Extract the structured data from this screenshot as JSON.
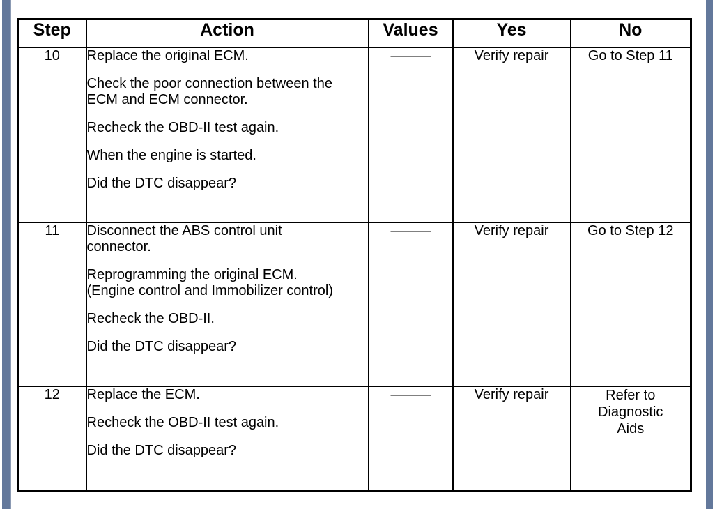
{
  "document": {
    "type": "diagnostic-procedure-table",
    "columns": [
      {
        "key": "step",
        "label": "Step"
      },
      {
        "key": "action",
        "label": "Action"
      },
      {
        "key": "values",
        "label": "Values"
      },
      {
        "key": "yes",
        "label": "Yes"
      },
      {
        "key": "no",
        "label": "No"
      }
    ],
    "rows": [
      {
        "step": "10",
        "action_paragraphs": [
          "Replace the original ECM.",
          "Check the poor connection between the\nECM and ECM connector.",
          "Recheck the OBD-II test again.",
          "When the engine is started.",
          "Did the DTC disappear?"
        ],
        "values": "———",
        "yes": "Verify repair",
        "no": "Go to Step 11"
      },
      {
        "step": "11",
        "action_paragraphs": [
          "Disconnect the ABS control unit\nconnector.",
          "Reprogramming the original ECM.\n(Engine control and Immobilizer control)",
          "Recheck the OBD-II.",
          "Did the DTC disappear?"
        ],
        "values": "———",
        "yes": "Verify repair",
        "no": "Go to Step 12"
      },
      {
        "step": "12",
        "action_paragraphs": [
          "Replace the ECM.",
          "Recheck the OBD-II test again.",
          "Did the DTC disappear?"
        ],
        "values": "———",
        "yes": "Verify repair",
        "no_lines": [
          "Refer to",
          "Diagnostic",
          "Aids"
        ]
      }
    ]
  },
  "colors": {
    "page_background": "#ffffff",
    "text": "#000000",
    "table_border": "#000000",
    "scan_edge_band": "#63789b",
    "scan_edge_band_light": "#8b9ab3"
  }
}
